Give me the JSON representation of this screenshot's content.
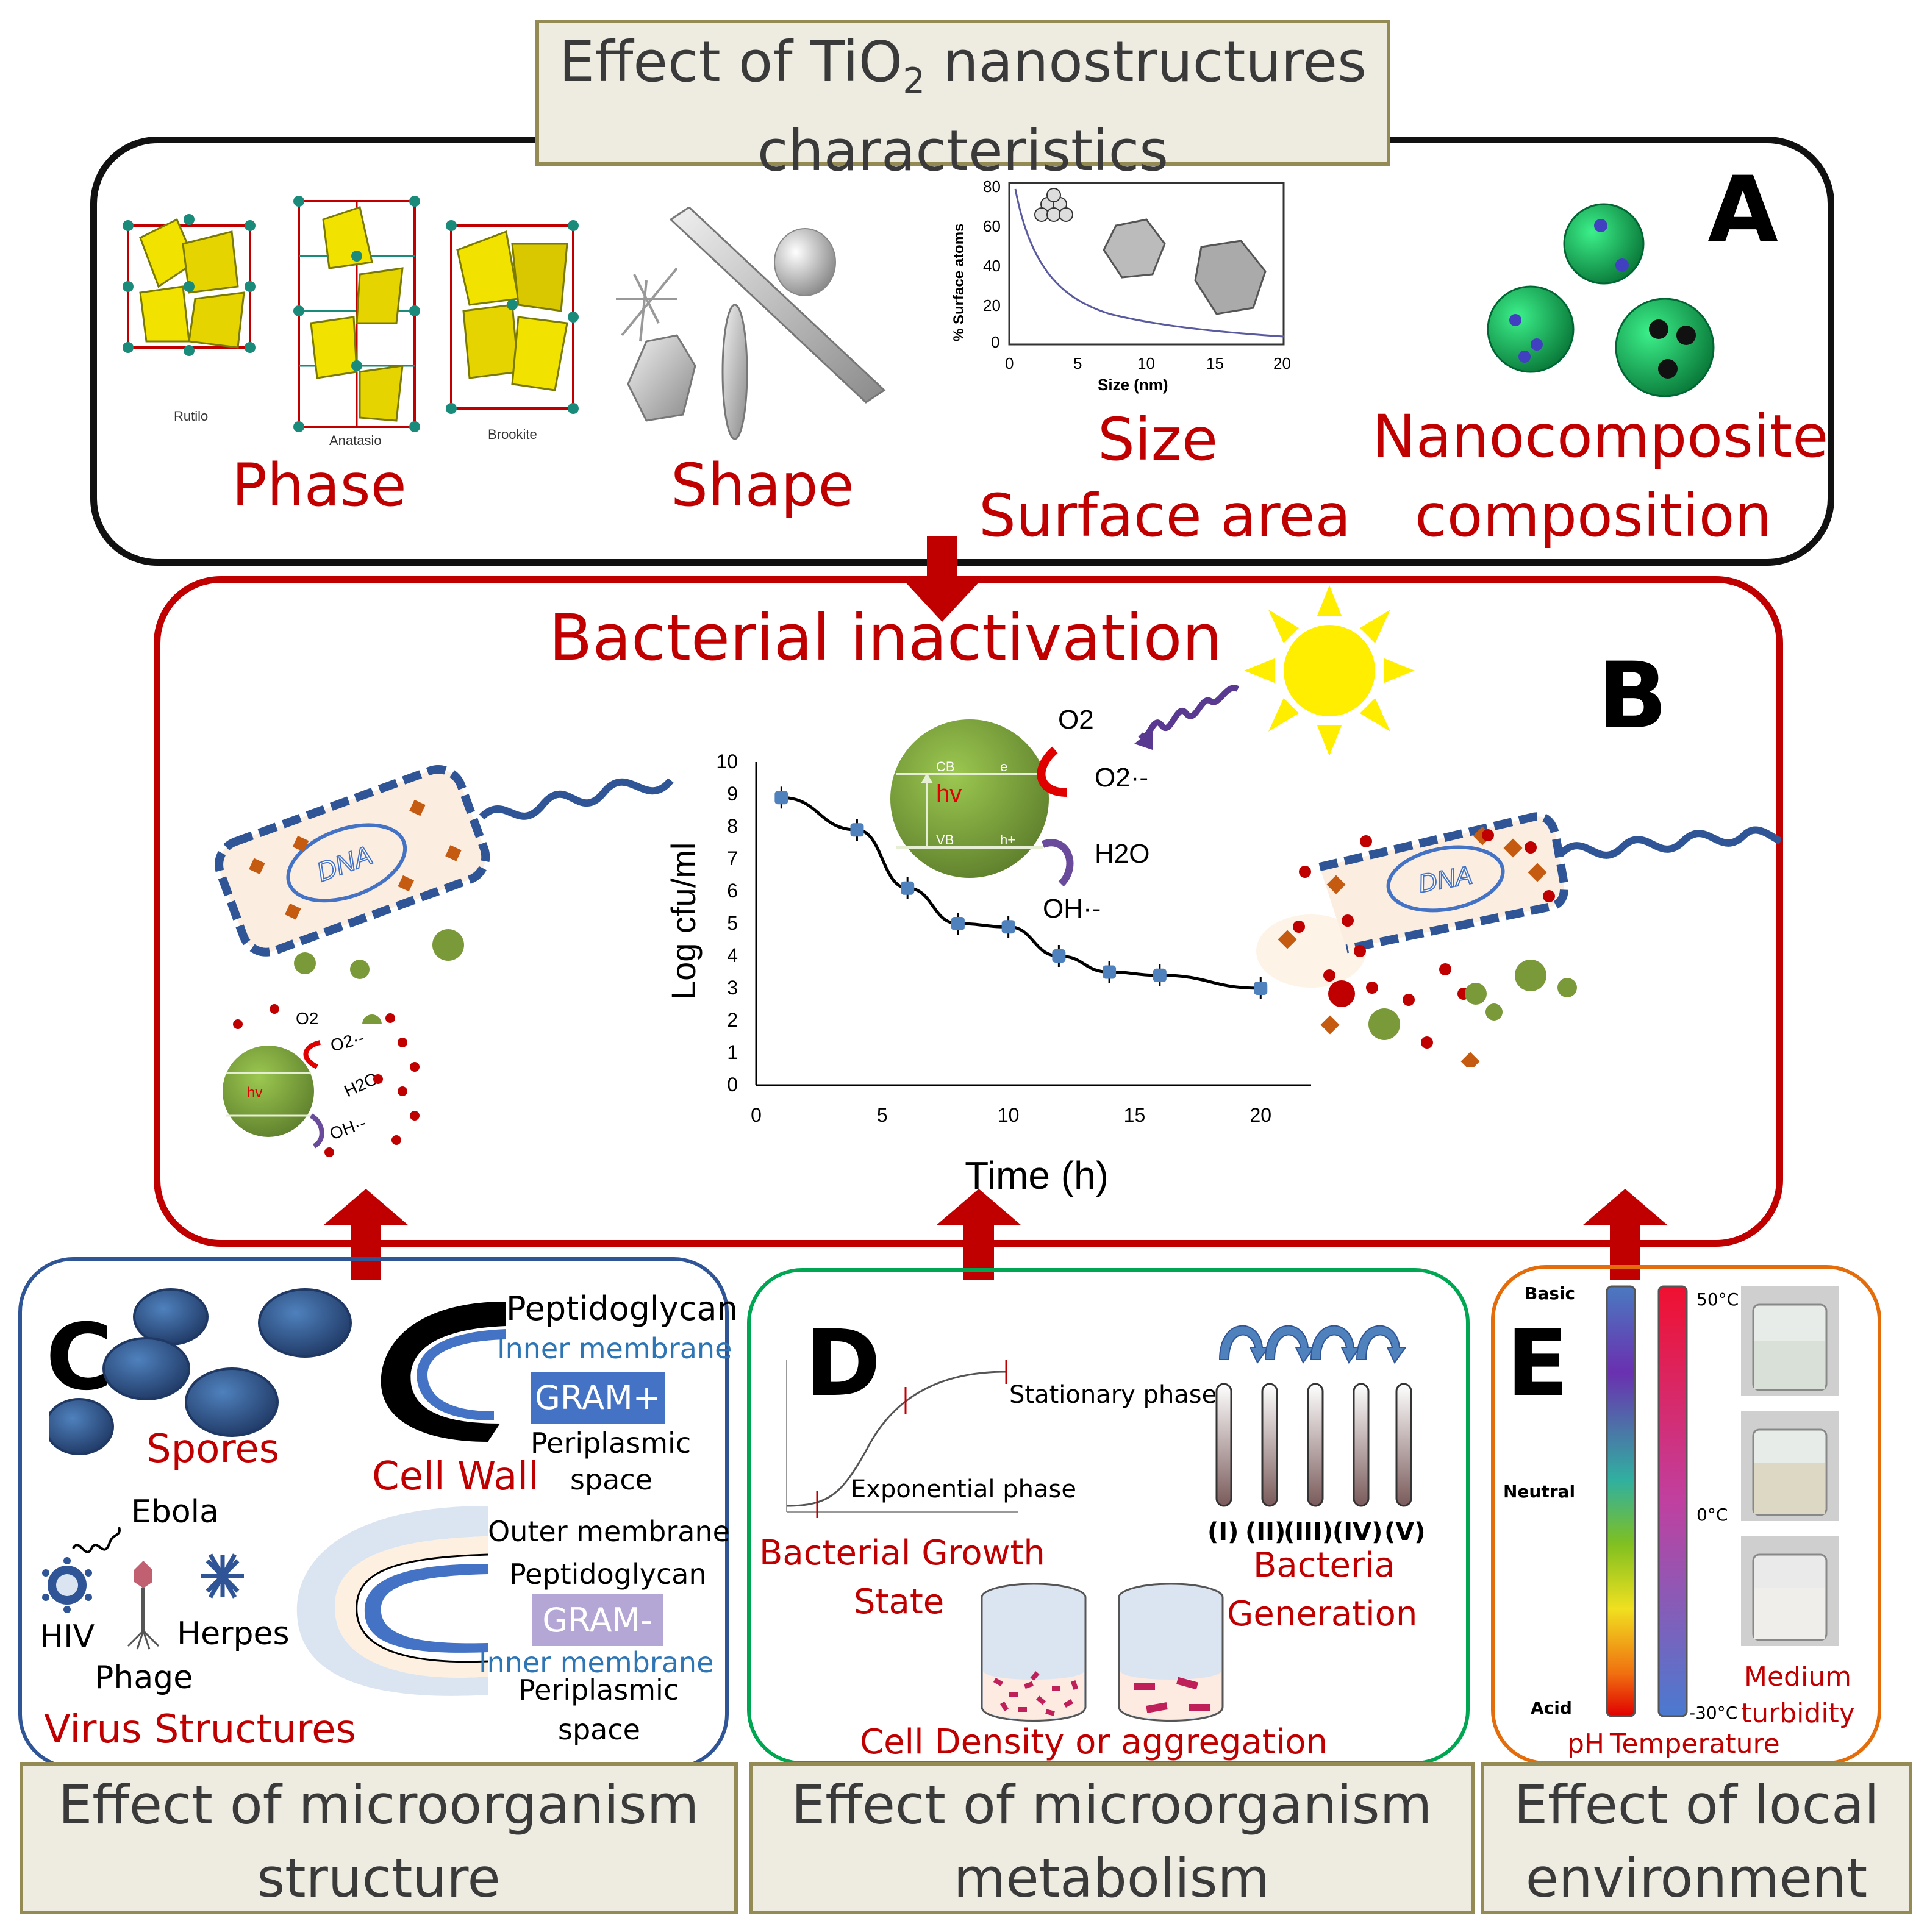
{
  "top_title": {
    "line1": "Effect of TiO",
    "sub": "2",
    "line1_end": " nanostructures",
    "line2": "characteristics"
  },
  "panel_a": {
    "letter": "A",
    "crystal_labels": [
      "Rutilo",
      "Anatasio",
      "Brookite"
    ],
    "phase_label": "Phase",
    "shape_label": "Shape",
    "size_label": "Size",
    "surface_label": "Surface area",
    "nano_label_1": "Nanocomposite",
    "nano_label_2": "composition",
    "mini_chart": {
      "ylabel": "% Surface atoms",
      "xlabel": "Size (nm)",
      "xticks": [
        "0",
        "5",
        "10",
        "15",
        "20"
      ],
      "yticks": [
        "0",
        "20",
        "40",
        "60",
        "80"
      ]
    }
  },
  "panel_b": {
    "letter": "B",
    "title": "Bacterial inactivation",
    "dna": "DNA",
    "photocatalyst": {
      "cb": "CB",
      "vb": "VB",
      "hv": "hv",
      "e": "e",
      "h": "h+",
      "o2": "O2",
      "o2rad": "O2·-",
      "h2o": "H2O",
      "oh": "OH·-"
    }
  },
  "chart_data": {
    "type": "line",
    "xlabel": "Time (h)",
    "ylabel": "Log cfu/ml",
    "xlim": [
      0,
      22
    ],
    "ylim": [
      0,
      10
    ],
    "xticks": [
      "0",
      "5",
      "10",
      "15",
      "20"
    ],
    "yticks": [
      "0",
      "1",
      "2",
      "3",
      "4",
      "5",
      "6",
      "7",
      "8",
      "9",
      "10"
    ],
    "series": [
      {
        "x": [
          1,
          4,
          6,
          8,
          10,
          12,
          14,
          16,
          20
        ],
        "y": [
          8.9,
          7.9,
          6.1,
          5.0,
          4.9,
          4.0,
          3.5,
          3.4,
          3.0
        ]
      }
    ],
    "grid": false
  },
  "panel_c": {
    "letter": "C",
    "spores": "Spores",
    "peptidoglycan": "Peptidoglycan",
    "inner_membrane": "Inner membrane",
    "gram_pos": "GRAM+",
    "periplasmic_1": "Periplasmic",
    "periplasmic_2": "space",
    "cell_wall": "Cell Wall",
    "ebola": "Ebola",
    "hiv": "HIV",
    "phage": "Phage",
    "herpes": "Herpes",
    "virus_structures": "Virus Structures",
    "outer_membrane": "Outer membrane",
    "peptidoglycan_2": "Peptidoglycan",
    "gram_neg": "GRAM-",
    "inner_membrane_2": "Inner membrane",
    "periplasmic_3": "Periplasmic",
    "periplasmic_4": "space",
    "title_1": "Effect of microorganism",
    "title_2": "structure"
  },
  "panel_d": {
    "letter": "D",
    "stationary": "Stationary phase",
    "exponential": "Exponential phase",
    "growth_1": "Bacterial Growth",
    "growth_2": "State",
    "generations": [
      "(I)",
      "(II)",
      "(III)",
      "(IV)",
      "(V)"
    ],
    "bacteria_1": "Bacteria",
    "bacteria_2": "Generation",
    "density": "Cell Density or aggregation",
    "title_1": "Effect of microorganism",
    "title_2": "metabolism"
  },
  "panel_e": {
    "letter": "E",
    "basic": "Basic",
    "neutral": "Neutral",
    "acid": "Acid",
    "t_high": "50°C",
    "t_mid": "0°C",
    "t_low": "-30°C",
    "ph": "pH",
    "temperature": "Temperature",
    "medium_1": "Medium",
    "medium_2": "turbidity",
    "title_1": "Effect of local",
    "title_2": "environment"
  },
  "colors": {
    "red": "#c00000",
    "blue": "#2e75b6",
    "green_panel": "#00a651",
    "orange_panel": "#e46c0a",
    "title_fill": "#eeece1",
    "title_border": "#948a54"
  }
}
